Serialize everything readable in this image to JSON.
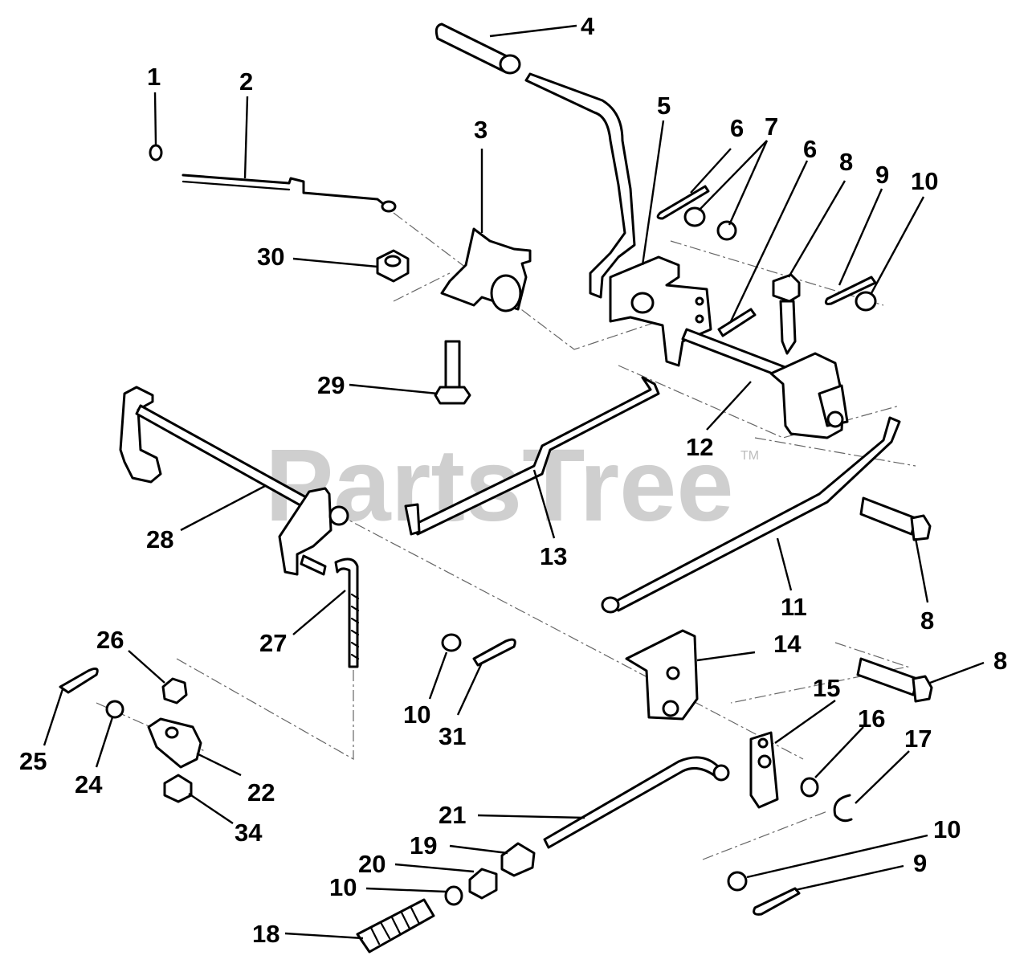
{
  "watermark": {
    "text": "PartsTree",
    "mark": "TM"
  },
  "callouts": [
    {
      "key": "c1",
      "label": "1"
    },
    {
      "key": "c2",
      "label": "2"
    },
    {
      "key": "c3",
      "label": "3"
    },
    {
      "key": "c4",
      "label": "4"
    },
    {
      "key": "c5",
      "label": "5"
    },
    {
      "key": "c6a",
      "label": "6"
    },
    {
      "key": "c7",
      "label": "7"
    },
    {
      "key": "c6b",
      "label": "6"
    },
    {
      "key": "c8a",
      "label": "8"
    },
    {
      "key": "c9a",
      "label": "9"
    },
    {
      "key": "c10a",
      "label": "10"
    },
    {
      "key": "c30",
      "label": "30"
    },
    {
      "key": "c29",
      "label": "29"
    },
    {
      "key": "c12",
      "label": "12"
    },
    {
      "key": "c28",
      "label": "28"
    },
    {
      "key": "c13",
      "label": "13"
    },
    {
      "key": "c11",
      "label": "11"
    },
    {
      "key": "c8b",
      "label": "8"
    },
    {
      "key": "c27",
      "label": "27"
    },
    {
      "key": "c26",
      "label": "26"
    },
    {
      "key": "c14",
      "label": "14"
    },
    {
      "key": "c8c",
      "label": "8"
    },
    {
      "key": "c10b",
      "label": "10"
    },
    {
      "key": "c31",
      "label": "31"
    },
    {
      "key": "c15",
      "label": "15"
    },
    {
      "key": "c16",
      "label": "16"
    },
    {
      "key": "c17",
      "label": "17"
    },
    {
      "key": "c25",
      "label": "25"
    },
    {
      "key": "c24",
      "label": "24"
    },
    {
      "key": "c22",
      "label": "22"
    },
    {
      "key": "c34",
      "label": "34"
    },
    {
      "key": "c21",
      "label": "21"
    },
    {
      "key": "c10c",
      "label": "10"
    },
    {
      "key": "c19",
      "label": "19"
    },
    {
      "key": "c20",
      "label": "20"
    },
    {
      "key": "c9b",
      "label": "9"
    },
    {
      "key": "c10d",
      "label": "10"
    },
    {
      "key": "c18",
      "label": "18"
    }
  ]
}
